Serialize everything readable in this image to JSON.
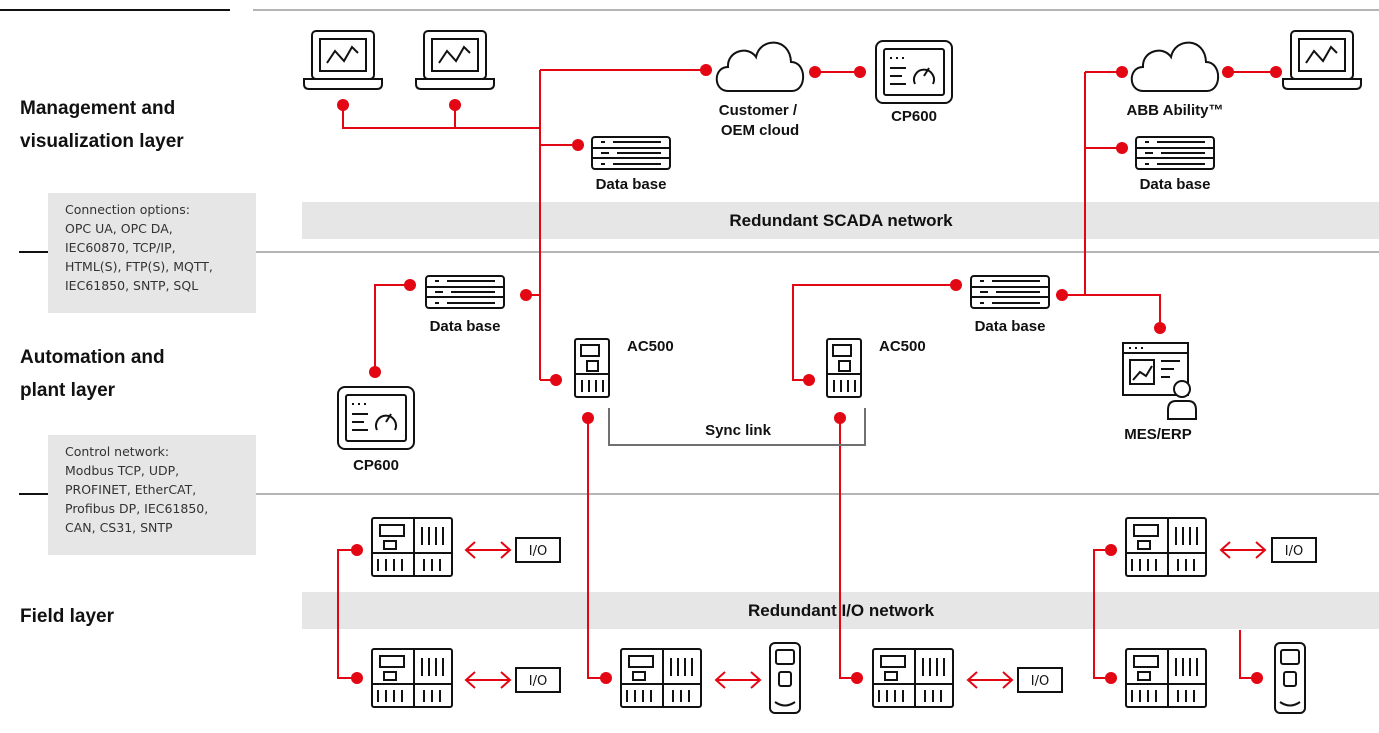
{
  "layers": {
    "management": [
      "Management and",
      "visualization layer"
    ],
    "automation": [
      "Automation and",
      "plant layer"
    ],
    "field": "Field layer"
  },
  "info_boxes": {
    "connection_options": [
      "Connection options:",
      "OPC UA, OPC DA,",
      "IEC60870, TCP/IP,",
      "HTML(S), FTP(S), MQTT,",
      "IEC61850, SNTP, SQL"
    ],
    "control_network": [
      "Control network:",
      "Modbus TCP, UDP,",
      "PROFINET, EtherCAT,",
      "Profibus DP, IEC61850,",
      "CAN, CS31, SNTP"
    ]
  },
  "networks": {
    "scada": "Redundant SCADA network",
    "io": "Redundant I/O network",
    "sync": "Sync link"
  },
  "nodes": {
    "customer_cloud": [
      "Customer /",
      "OEM cloud"
    ],
    "cp600": "CP600",
    "abb_ability": "ABB Ability™",
    "database": "Data base",
    "ac500": "AC500",
    "mes_erp": "MES/ERP",
    "io": "I/O"
  },
  "colors": {
    "link": "#e30613",
    "band": "#e6e6e6",
    "separator": "#b5b5b5",
    "sync_link": "#707070"
  },
  "icons": [
    "laptop-icon",
    "cloud-icon",
    "panel-icon",
    "server-icon",
    "plc-icon",
    "drive-icon",
    "mes-icon"
  ]
}
